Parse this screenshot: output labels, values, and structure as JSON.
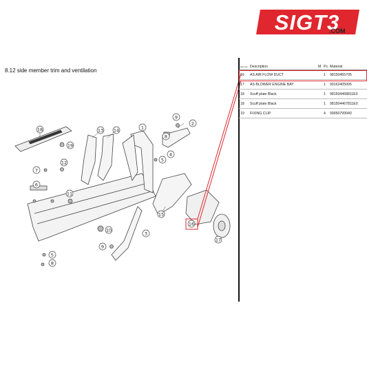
{
  "brand": {
    "logo_text": "SIGT3",
    "domain_suffix": ".COM",
    "accent_color": "#e0262e"
  },
  "section": {
    "title": "8.12  side member trim and ventilation"
  },
  "table": {
    "headers": {
      "no": "Item No",
      "description": "Description",
      "m": "M",
      "pc": "Pc.",
      "material": "Material"
    },
    "rows": [
      {
        "no": "16",
        "description": "AS AIR FLOW DUCT",
        "m": "",
        "pc": "1",
        "material": "98150465705",
        "highlighted": true
      },
      {
        "no": "17",
        "description": "AS BLOWER ENGINE BAY",
        "m": "",
        "pc": "1",
        "material": "99162405006",
        "highlighted": false
      },
      {
        "no": "18",
        "description": "Scuff plate Black",
        "m": "",
        "pc": "1",
        "material": "981504468811E0",
        "highlighted": false
      },
      {
        "no": "18",
        "description": "Scuff plate Black",
        "m": "",
        "pc": "1",
        "material": "981504467811E0",
        "highlighted": false
      },
      {
        "no": "19",
        "description": "FIXING CLIP",
        "m": "",
        "pc": "4",
        "material": "99950799940",
        "highlighted": false
      }
    ]
  },
  "callouts": {
    "c1": "1",
    "c2": "2",
    "c3": "3",
    "c4": "4",
    "c5a": "5",
    "c5b": "5",
    "c6": "6",
    "c7": "7",
    "c8a": "8",
    "c8b": "8",
    "c9a": "9",
    "c9b": "9",
    "c10": "10",
    "c11": "11",
    "c12": "12",
    "c13": "13",
    "c14": "14",
    "c15": "15",
    "c16": "16",
    "c17": "17",
    "c18": "18",
    "c19": "19"
  }
}
